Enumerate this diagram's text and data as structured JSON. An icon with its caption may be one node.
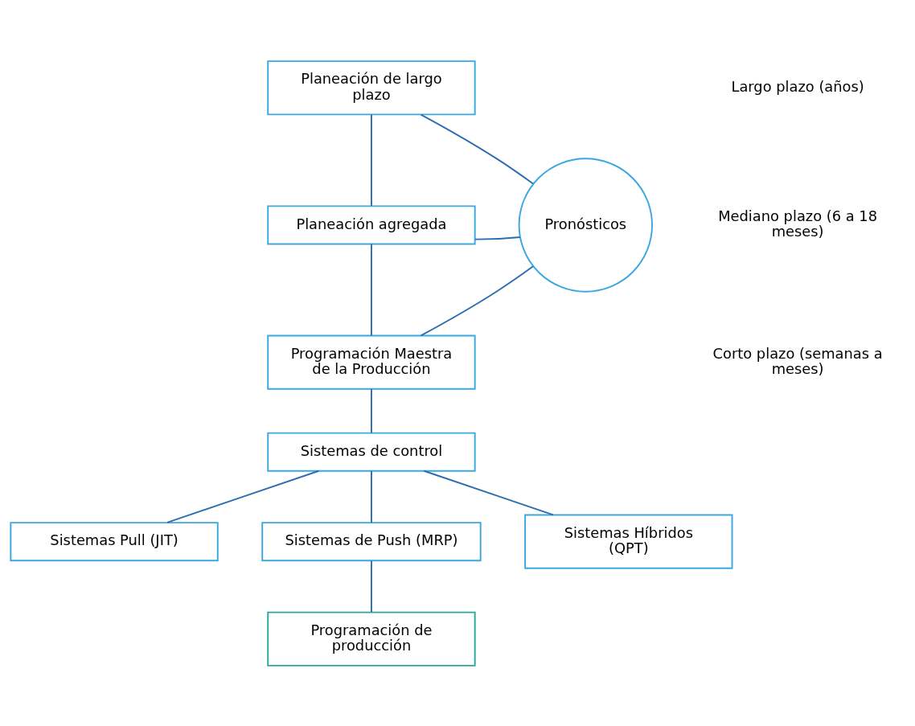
{
  "diagram": {
    "nodes": [
      {
        "text": [
          "Planeación de largo plazo"
        ]
      },
      {
        "text": [
          "Planeación agregada"
        ]
      },
      {
        "text": [
          "Programación Maestra de la Producción"
        ]
      },
      {
        "text": [
          "Sistemas de control"
        ]
      },
      {
        "text": [
          "Sistemas Pull (JIT)"
        ]
      },
      {
        "text": [
          "Sistemas de Push (MRP)"
        ]
      },
      {
        "text": [
          "Sistemas Híbridos (QPT)"
        ]
      },
      {
        "text": [
          "Programación de producción"
        ]
      },
      {
        "text": [
          "Pronósticos"
        ]
      }
    ],
    "edges": [
      {
        "from": 0,
        "to": 1,
        "arrow": "none"
      },
      {
        "from": 1,
        "to": 2,
        "arrow": "none"
      },
      {
        "from": 2,
        "to": 3,
        "arrow": "none"
      },
      {
        "from": 3,
        "to": 4,
        "arrow": "none"
      },
      {
        "from": 3,
        "to": 5,
        "arrow": "none"
      },
      {
        "from": 3,
        "to": 6,
        "arrow": "none"
      },
      {
        "from": 5,
        "to": 7,
        "arrow": "none"
      },
      {
        "from": 0,
        "to": 8,
        "arrow": "none"
      },
      {
        "from": 1,
        "to": 8,
        "arrow": "none"
      },
      {
        "from": 2,
        "to": 8,
        "arrow": "none"
      }
    ],
    "labels": [
      "Largo plazo (años)",
      "Mediano plazo (6 a 18 meses)",
      "Corto plazo (semanas a meses)"
    ]
  }
}
